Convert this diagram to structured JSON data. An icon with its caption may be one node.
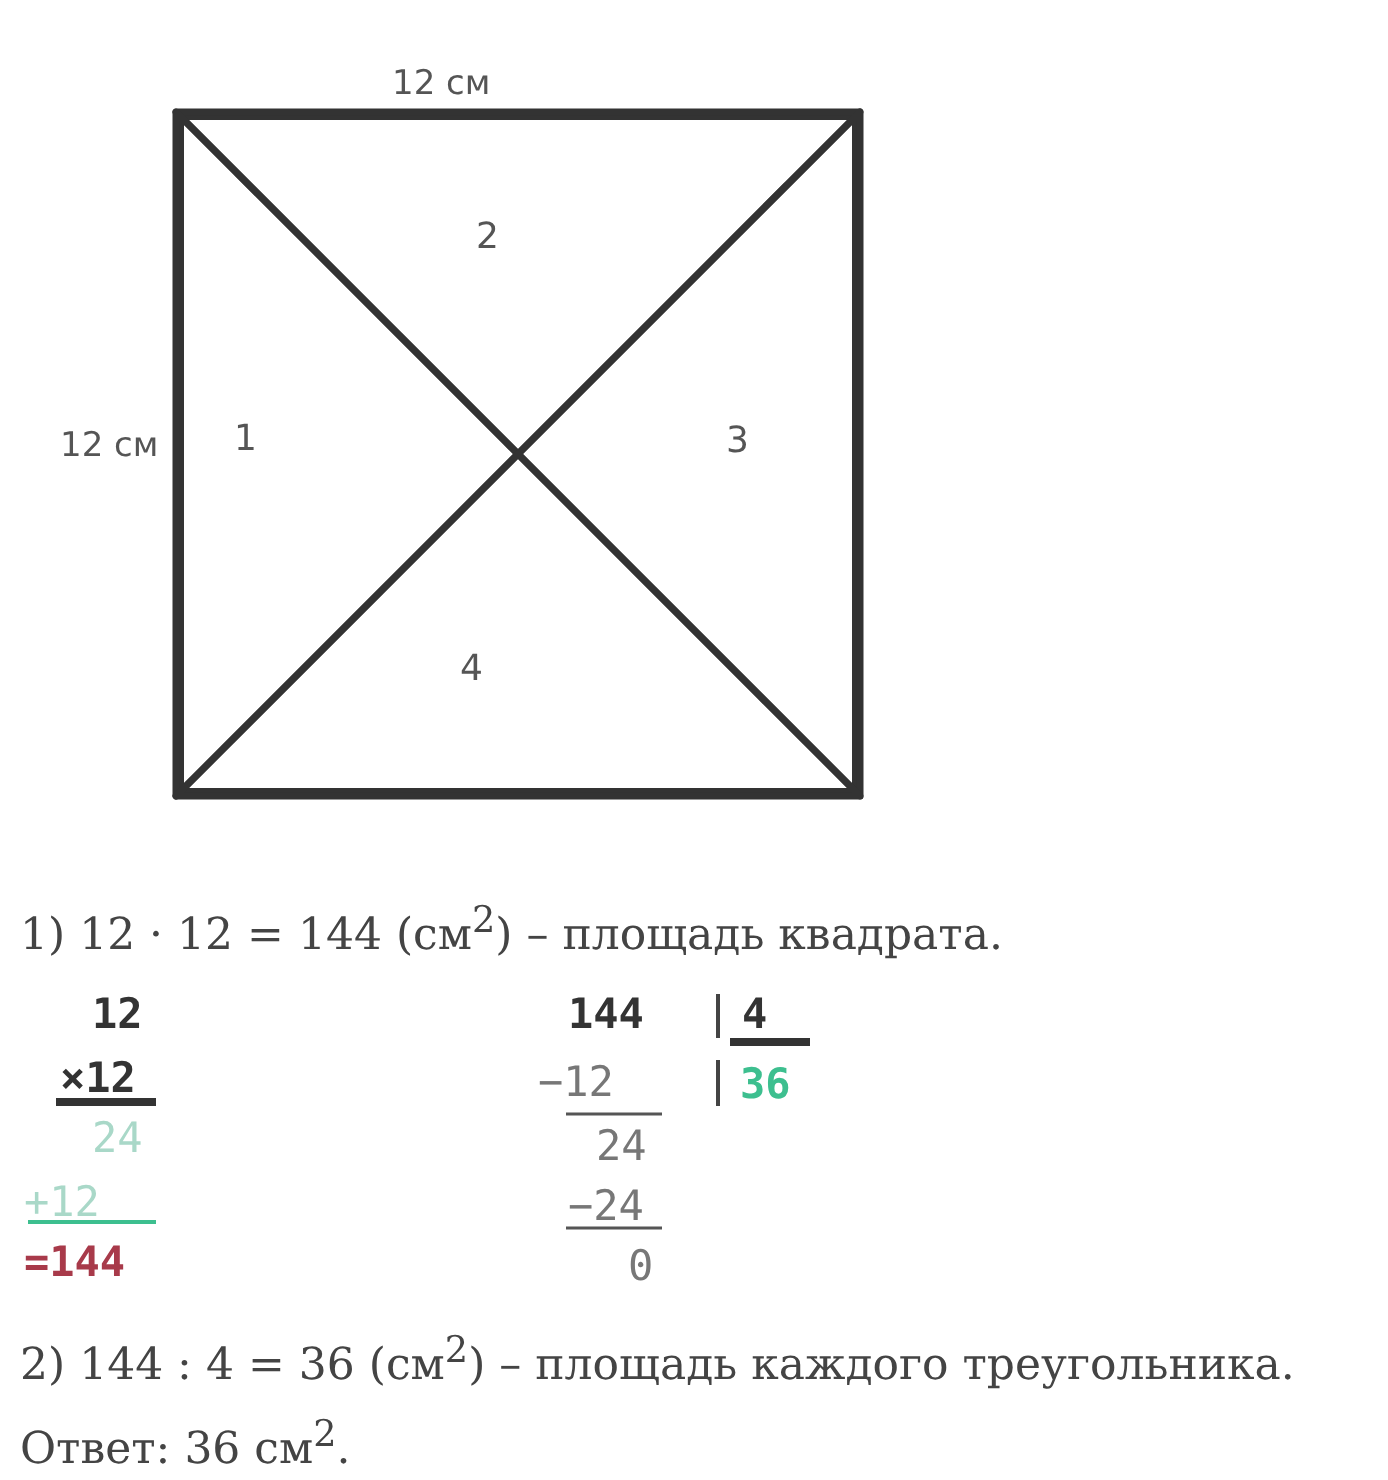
{
  "diagram": {
    "nodes": [
      {
        "text": [],
        "shape": "box",
        "beside": [
          "12 см",
          "12 см"
        ]
      },
      {
        "text": [
          "2"
        ],
        "in": 0
      },
      {
        "text": [
          "1"
        ],
        "in": 0
      },
      {
        "text": [
          "3"
        ],
        "in": 0
      },
      {
        "text": [
          "4"
        ],
        "in": 0
      }
    ],
    "edges": [],
    "labels": [
      "1) 12 · 12 = 144 (см$^{2}$) – площадь квадрата.",
      "12",
      "144",
      "4",
      "×12",
      "−12",
      "36",
      "24",
      "24",
      "+12",
      "−24",
      "=144",
      "0",
      "2) 144 : 4 = 36 (см$^{2}$) – площадь каждого треугольника.",
      "Ответ: 36 см$^{2}$."
    ]
  }
}
